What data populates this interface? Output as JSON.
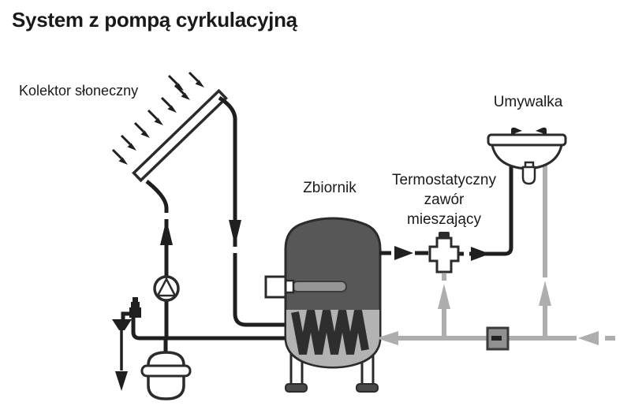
{
  "title": "System z pompą cyrkulacyjną",
  "labels": {
    "collector": "Kolektor słoneczny",
    "tank": "Zbiornik",
    "mixing_valve": {
      "line1": "Termostatyczny",
      "line2": "zawór",
      "line3": "mieszający"
    },
    "sink": "Umywalka"
  },
  "icons": {
    "sun-rays-icon": "diagonal arrows of sunlight hitting collector",
    "solar-collector-icon": "tilted flat-plate collector panel",
    "circulation-pump-icon": "circle with upward triangle",
    "flow-arrow-up-icon": "black arrow, flow to collector",
    "flow-arrow-down-icon": "black arrow, flow from collector",
    "safety-valve-icon": "relief valve with spout",
    "discharge-funnel-icon": "funnel with drain arrow",
    "expansion-vessel-icon": "capsule vessel with flange band",
    "storage-tank-icon": "domed tank with heat-exchanger coil and legs",
    "electric-heater-icon": "flanged heating rod in tank side",
    "mixing-valve-icon": "cross-shaped thermostatic valve",
    "washbasin-icon": "basin with two taps and trap",
    "water-meter-icon": "gray square on cold line",
    "cold-water-arrow-icon": "gray arrows, cold supply direction"
  },
  "colors": {
    "background": "#ffffff",
    "text": "#1a1a1a",
    "pipe_hot": "#1f1f1f",
    "pipe_cold": "#aeaeae",
    "tank_body": "#575757",
    "tank_bottom": "#b3b3b3",
    "coil": "#2e2e2e",
    "outline": "#2b2b2b",
    "meter_fill": "#909090",
    "foot_fill": "#4a4a4a"
  }
}
